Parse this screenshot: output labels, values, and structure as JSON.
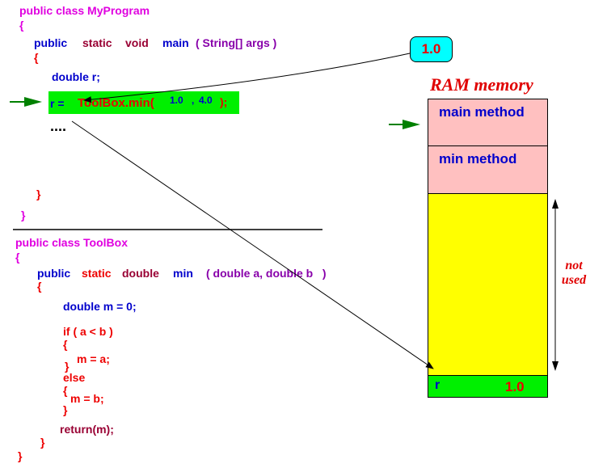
{
  "program": {
    "class_decl": "public class MyProgram",
    "open_brace": "{",
    "main_kw_public": "public",
    "main_kw_static": "static",
    "main_kw_void": "void",
    "main_name": "main",
    "main_params": "( String[] args )",
    "main_open": "{",
    "decl": "double r;",
    "assign_left": "r =",
    "call": "ToolBox.min(",
    "arg1": "1.0",
    "comma": ",",
    "arg2": "4.0",
    "call_close": ");",
    "ellipsis": "....",
    "main_close": "}",
    "class_close": "}"
  },
  "toolbox": {
    "class_decl": "public class ToolBox",
    "open_brace": "{",
    "kw_public": "public",
    "kw_static": "static",
    "kw_double": "double",
    "method_name": "min",
    "params": "( double a, double b   )",
    "method_open": "{",
    "decl_m": "double m = 0;",
    "if_cond": "if ( a < b )",
    "if_open": "{",
    "then_stmt": "m = a;",
    "if_close": "}",
    "else_kw": "else",
    "else_open": "{",
    "else_stmt": "m = b;",
    "else_close": "}",
    "return_stmt": "return(m);",
    "method_close": "}",
    "class_close": "}"
  },
  "memory": {
    "title": "RAM memory",
    "main_frame_label": "main method",
    "min_frame_label": "min method",
    "not_used_label_line1": "not",
    "not_used_label_line2": "used",
    "var_name": "r",
    "var_value": "1.0"
  },
  "return_value_box": "1.0",
  "colors": {
    "green": "#00f000",
    "pink_frame": "#ffc0c0",
    "yellow": "#ffff00",
    "cyan": "#00ffff",
    "arrow_green": "#008000"
  }
}
